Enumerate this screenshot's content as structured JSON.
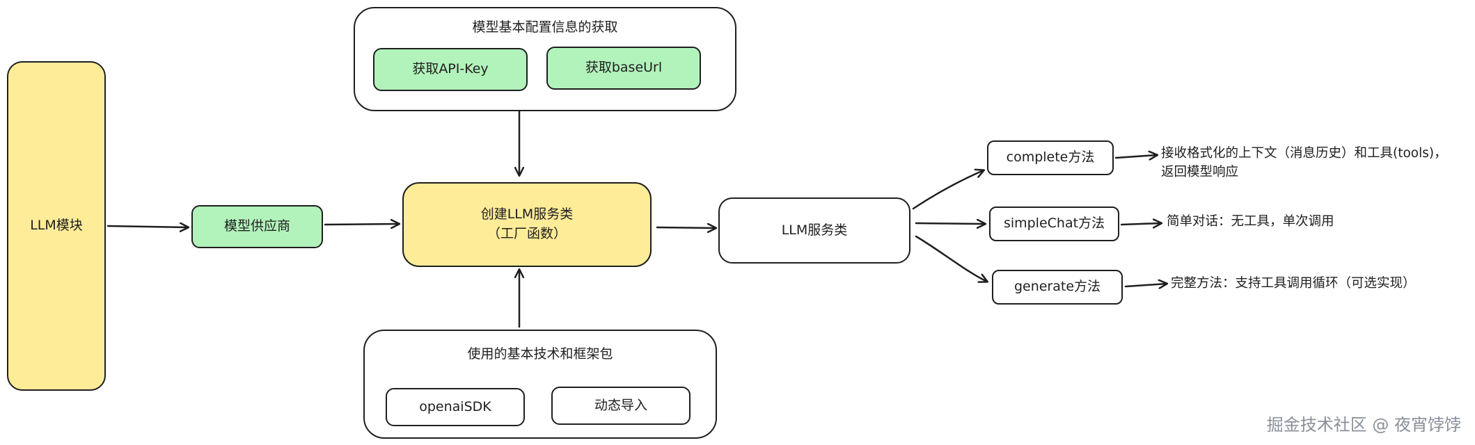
{
  "nodes": {
    "llm_module": "LLM模块",
    "provider": "模型供应商",
    "factory_line1": "创建LLM服务类",
    "factory_line2": "（工厂函数）",
    "service": "LLM服务类",
    "complete": "complete方法",
    "simple_chat": "simpleChat方法",
    "generate": "generate方法"
  },
  "config_group": {
    "title": "模型基本配置信息的获取",
    "api_key": "获取API-Key",
    "base_url": "获取baseUrl"
  },
  "tech_group": {
    "title": "使用的基本技术和框架包",
    "openai_sdk": "openaiSDK",
    "dynamic_import": "动态导入"
  },
  "notes": {
    "complete_line1": "接收格式化的上下文（消息历史）和工具(tools)，",
    "complete_line2": "返回模型响应",
    "simple_chat": "简单对话：无工具，单次调用",
    "generate": "完整方法：支持工具调用循环（可选实现）"
  },
  "watermark": "掘金技术社区 @ 夜宵饽饽",
  "colors": {
    "yellow_fill": "#ffec99",
    "green_fill": "#b2f2bb",
    "stroke": "#1e1e1e"
  }
}
